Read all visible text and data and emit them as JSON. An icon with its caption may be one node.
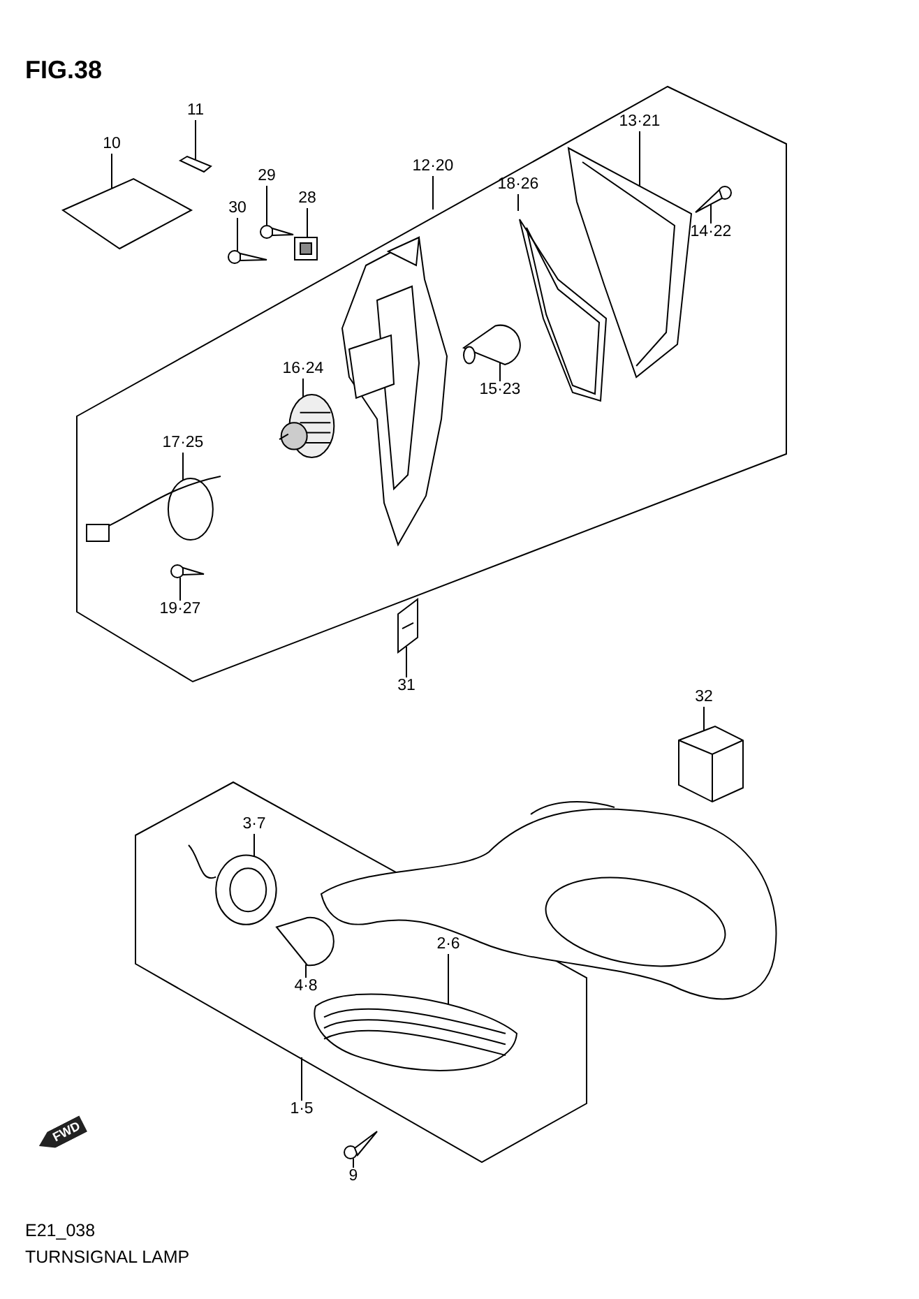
{
  "diagram": {
    "title": "FIG.38",
    "nodes": [
      {
        "text": [
          "10"
        ]
      },
      {
        "text": [],
        "shape": "picture"
      },
      {
        "text": [
          "11"
        ]
      },
      {
        "text": [],
        "shape": "picture"
      },
      {
        "text": [
          "12·20"
        ]
      },
      {
        "text": [
          "30"
        ]
      },
      {
        "text": [],
        "shape": "picture"
      },
      {
        "text": [
          "29"
        ]
      },
      {
        "text": [],
        "shape": "picture"
      },
      {
        "text": [
          "28"
        ]
      },
      {
        "text": [],
        "shape": "picture"
      },
      {
        "text": [
          "18·26"
        ]
      },
      {
        "text": [],
        "shape": "picture"
      },
      {
        "text": [
          "13·21"
        ]
      },
      {
        "text": [],
        "shape": "picture"
      },
      {
        "text": [
          "14·22"
        ]
      },
      {
        "text": [],
        "shape": "picture"
      },
      {
        "text": [
          "16·24"
        ]
      },
      {
        "text": [],
        "shape": "picture"
      },
      {
        "text": [
          "15·23"
        ]
      },
      {
        "text": [],
        "shape": "picture"
      },
      {
        "text": [
          "17·25"
        ]
      },
      {
        "text": [],
        "shape": "picture"
      },
      {
        "text": [
          "19·27"
        ]
      },
      {
        "text": [],
        "shape": "picture"
      },
      {
        "text": [
          "31"
        ]
      },
      {
        "text": [],
        "shape": "picture"
      },
      {
        "text": [
          "32"
        ]
      },
      {
        "text": [],
        "shape": "picture"
      },
      {
        "text": [
          "3·7"
        ]
      },
      {
        "text": [],
        "shape": "picture"
      },
      {
        "text": [
          "2·6"
        ]
      },
      {
        "text": [],
        "shape": "picture"
      },
      {
        "text": [
          "4·8"
        ]
      },
      {
        "text": [],
        "shape": "picture"
      },
      {
        "text": [
          "1·5"
        ]
      },
      {
        "text": [
          "9"
        ]
      },
      {
        "text": [],
        "shape": "picture"
      }
    ],
    "edges": [
      {
        "from": 0,
        "to": 1,
        "arrow": "none"
      },
      {
        "from": 2,
        "to": 3,
        "arrow": "none"
      },
      {
        "from": 4,
        "to": null,
        "arrow": "none"
      },
      {
        "from": 5,
        "to": 6,
        "arrow": "none"
      },
      {
        "from": 7,
        "to": 8,
        "arrow": "none"
      },
      {
        "from": 9,
        "to": 10,
        "arrow": "none"
      },
      {
        "from": 11,
        "to": 12,
        "arrow": "none"
      },
      {
        "from": 13,
        "to": 14,
        "arrow": "none"
      },
      {
        "from": 15,
        "to": 16,
        "arrow": "none"
      },
      {
        "from": 17,
        "to": 18,
        "arrow": "none"
      },
      {
        "from": 19,
        "to": 20,
        "arrow": "none"
      },
      {
        "from": 21,
        "to": 22,
        "arrow": "none"
      },
      {
        "from": 23,
        "to": 24,
        "arrow": "none"
      },
      {
        "from": 25,
        "to": 26,
        "arrow": "none"
      },
      {
        "from": 27,
        "to": 28,
        "arrow": "none"
      },
      {
        "from": 29,
        "to": 30,
        "arrow": "none"
      },
      {
        "from": 31,
        "to": 32,
        "arrow": "none"
      },
      {
        "from": 33,
        "to": 34,
        "arrow": "none"
      },
      {
        "from": 35,
        "to": null,
        "arrow": "none"
      },
      {
        "from": 36,
        "to": 37,
        "arrow": "none"
      }
    ],
    "labels": [
      "FWD",
      "E21_038",
      "TURNSIGNAL LAMP"
    ]
  }
}
